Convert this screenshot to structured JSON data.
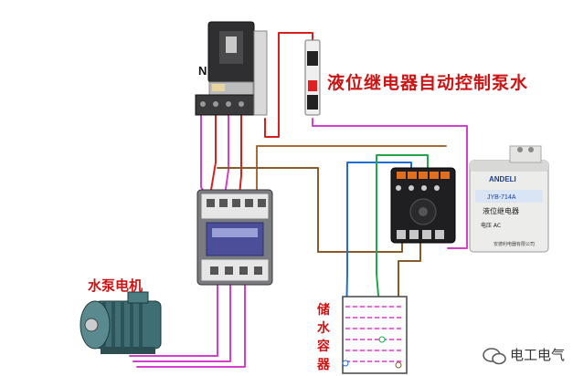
{
  "title": "液位继电器自动控制泵水",
  "motor_label": "水泵电机",
  "tank_label_chars": [
    "储",
    "水",
    "容",
    "器"
  ],
  "breaker_label": "N",
  "relay": {
    "brand": "ANDELI",
    "model": "JYB-714A",
    "name": "液位继电器",
    "voltage": "电压 AC",
    "maker": "安德利电器有限公司"
  },
  "watermark": "电工电气",
  "colors": {
    "title_red": "#cc1414",
    "wire_red": "#d81f1f",
    "wire_magenta": "#d33fc9",
    "wire_brown": "#8b5a2b",
    "wire_blue": "#1e6ed8",
    "wire_green": "#1ea84a",
    "relay_label_blue": "#1a3e9a"
  },
  "icons": [
    "circuit-breaker-icon",
    "fuse-icon",
    "contactor-icon",
    "relay-socket-icon",
    "liquid-level-relay-icon",
    "pump-motor-icon",
    "water-tank-icon",
    "wechat-icon"
  ]
}
